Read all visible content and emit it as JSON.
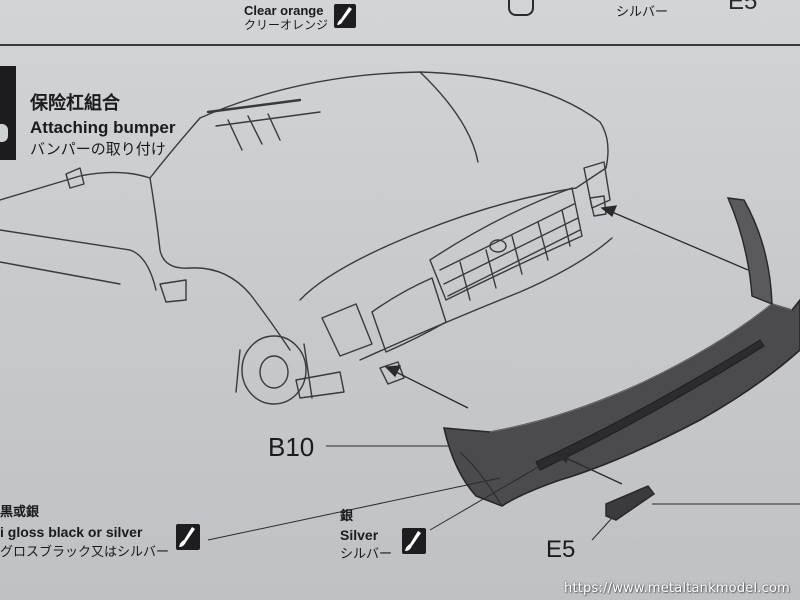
{
  "top_strip": {
    "color_name_en": "Clear orange",
    "color_name_jp": "クリーオレンジ",
    "right_jp": "シルバー",
    "right_partial_label": "E5"
  },
  "step": {
    "title_cn": "保险杠組合",
    "title_en": "Attaching bumper",
    "title_jp": "バンパーの取り付け"
  },
  "parts": {
    "b10_label": "B10",
    "e5_label": "E5"
  },
  "paint_left": {
    "cn": "黒或銀",
    "en": "i gloss black or silver",
    "jp": "グロスブラック又はシルバー"
  },
  "paint_right": {
    "cn": "銀",
    "en": "Silver",
    "jp": "シルバー"
  },
  "icons": {
    "paint": "paintbrush-icon"
  },
  "watermark": "https://www.metaltankmodel.com"
}
